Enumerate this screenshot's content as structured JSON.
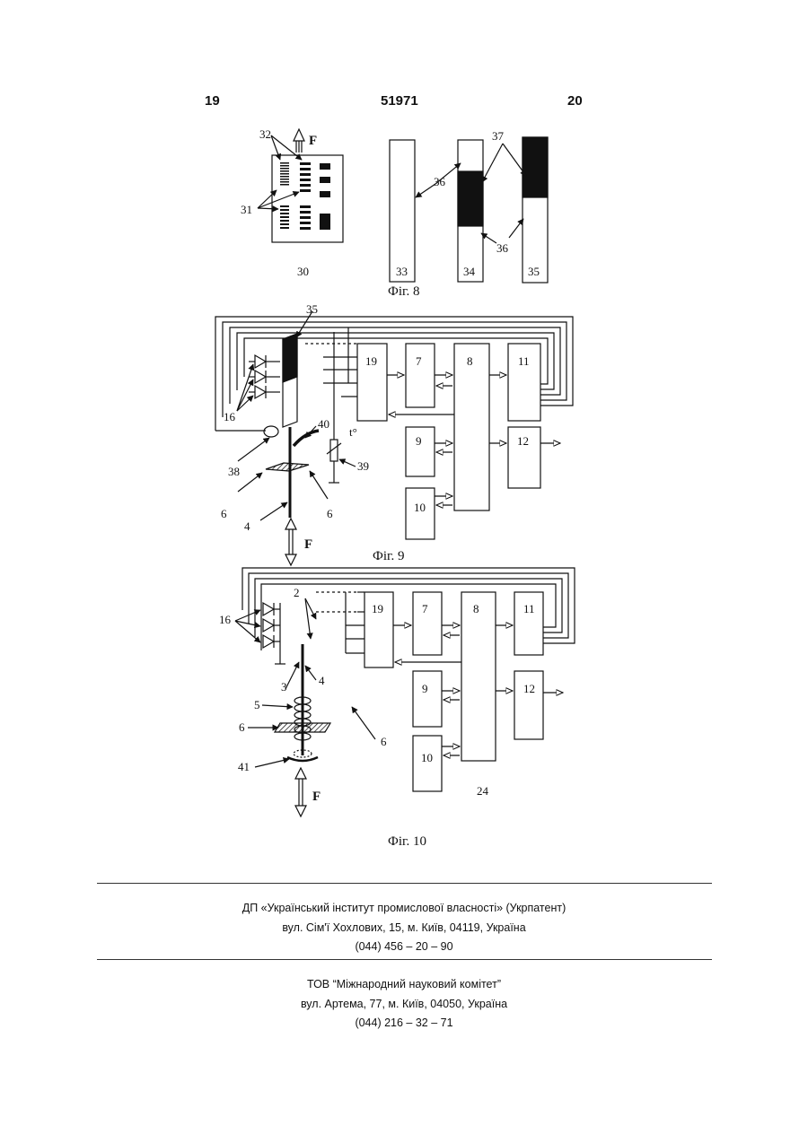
{
  "header": {
    "page_left": "19",
    "patent_number": "51971",
    "page_right": "20"
  },
  "fig8": {
    "caption": "Фіг. 8",
    "force_label": "F",
    "labels": {
      "l32": "32",
      "l31": "31",
      "l36a": "36",
      "l37": "37",
      "l36b": "36",
      "l30": "30",
      "l33": "33",
      "l34": "34",
      "l35": "35"
    }
  },
  "fig9": {
    "caption": "Фіг. 9",
    "force_label": "F",
    "labels": {
      "l35": "35",
      "l16": "16",
      "l38": "38",
      "l6a": "6",
      "l4": "4",
      "l40": "40",
      "l39": "39",
      "l6b": "6",
      "lt": "t°"
    },
    "blocks": {
      "b19": "19",
      "b7": "7",
      "b8": "8",
      "b11": "11",
      "b9": "9",
      "b12": "12",
      "b10": "10"
    }
  },
  "fig10": {
    "caption": "Фіг. 10",
    "force_label": "F",
    "labels": {
      "l16": "16",
      "l2": "2",
      "l3": "3",
      "l4": "4",
      "l5": "5",
      "l6a": "6",
      "l6b": "6",
      "l41": "41",
      "l24": "24"
    },
    "blocks": {
      "b19": "19",
      "b7": "7",
      "b8": "8",
      "b11": "11",
      "b9": "9",
      "b12": "12",
      "b10": "10"
    }
  },
  "footer": {
    "org1_name": "ДП «Український інститут промислової власності» (Укрпатент)",
    "org1_address": "вул. Сім'ї Хохлових, 15, м. Київ, 04119, Україна",
    "org1_phone": "(044) 456 – 20 – 90",
    "org2_name": "ТОВ “Міжнародний науковий комітет”",
    "org2_address": "вул. Артема, 77, м. Київ, 04050, Україна",
    "org2_phone": "(044) 216 – 32 – 71"
  }
}
